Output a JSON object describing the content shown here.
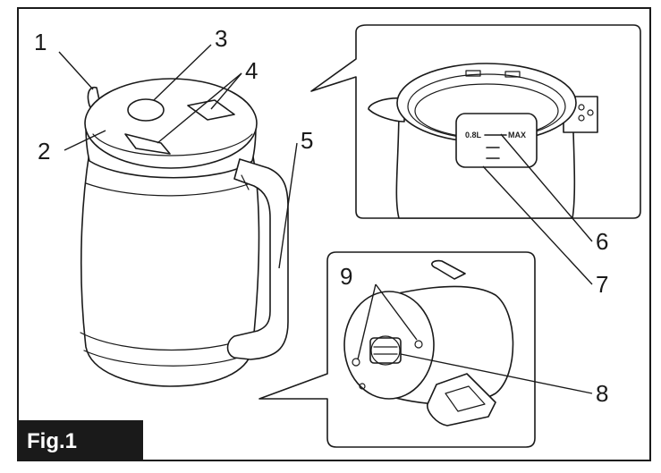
{
  "figure": {
    "tag": "Fig.1"
  },
  "inset_top": {
    "scale_value": "0.8L",
    "scale_max": "MAX"
  },
  "callouts": [
    "1",
    "2",
    "3",
    "4",
    "5",
    "6",
    "7",
    "8",
    "9"
  ]
}
